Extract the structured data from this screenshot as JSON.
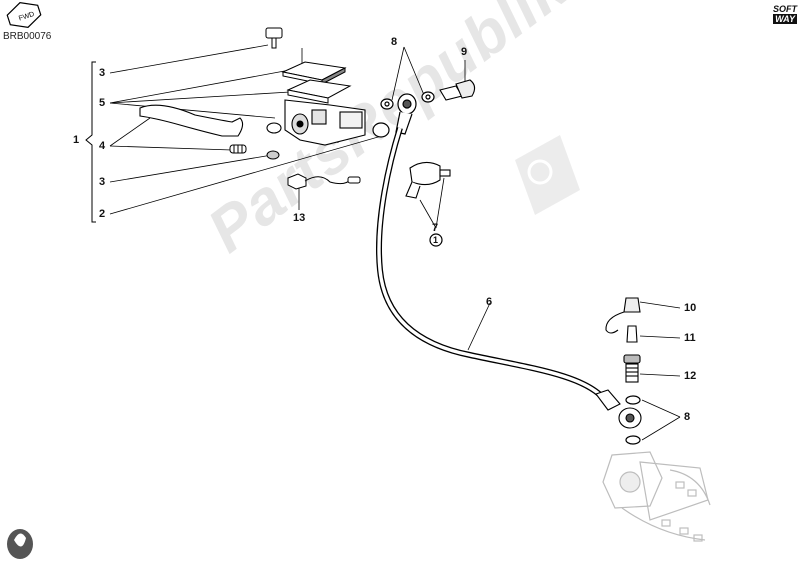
{
  "diagram": {
    "code": "BRB00076",
    "watermark": "PartsRepublik",
    "brand_top": "SOFT",
    "brand_bottom": "WAY",
    "fwd_label": "FWD",
    "callouts": {
      "c1": "1",
      "c2": "2",
      "c3a": "3",
      "c3b": "3",
      "c4": "4",
      "c5": "5",
      "c6": "6",
      "c7": "7",
      "c7sub": "1",
      "c8a": "8",
      "c8b": "8",
      "c9": "9",
      "c10": "10",
      "c11": "11",
      "c12": "12",
      "c13": "13"
    }
  }
}
